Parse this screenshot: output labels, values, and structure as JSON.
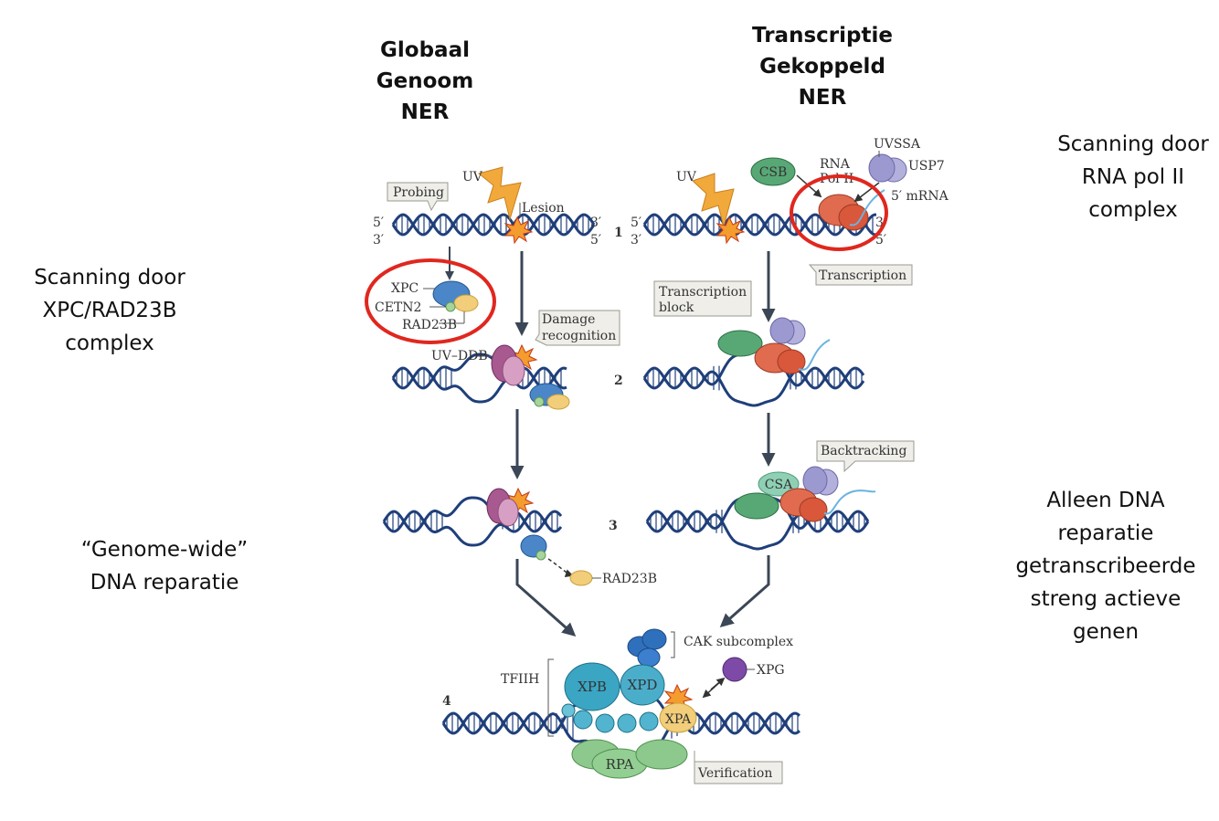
{
  "headings": {
    "ggner": [
      "Globaal",
      "Genoom",
      "NER"
    ],
    "tcner": [
      "Transcriptie",
      "Gekoppeld",
      "NER"
    ]
  },
  "side_notes": {
    "scan_rna": [
      "Scanning door",
      "RNA pol II",
      "complex"
    ],
    "scan_xpc": [
      "Scanning door",
      "XPC/RAD23B",
      "complex"
    ],
    "genome_wide": [
      "“Genome-wide”",
      "DNA reparatie"
    ],
    "alleen": [
      "Alleen DNA",
      "reparatie",
      "getranscribeerde",
      "streng actieve",
      "genen"
    ]
  },
  "diagram": {
    "strand_5": "5′",
    "strand_3": "3′",
    "uv": "UV",
    "lesion": "Lesion",
    "probing": "Probing",
    "xpc": "XPC",
    "cetn2": "CETN2",
    "rad23b": "RAD23B",
    "damage_recognition": [
      "Damage",
      "recognition"
    ],
    "uv_ddb": "UV–DDB",
    "csb": "CSB",
    "rna_pol": [
      "RNA",
      "Pol II"
    ],
    "uvssa": "UVSSA",
    "usp7": "USP7",
    "mrna": "5′ mRNA",
    "transcription": "Transcription",
    "transcription_block": [
      "Transcription",
      "block"
    ],
    "backtracking": "Backtracking",
    "csa": "CSA",
    "rad23b_release": "RAD23B",
    "cak": "CAK subcomplex",
    "tfiih": "TFIIH",
    "xpb": "XPB",
    "xpd": "XPD",
    "xpa": "XPA",
    "xpg": "XPG",
    "rpa": "RPA",
    "verification": "Verification",
    "steps": [
      "1",
      "2",
      "3",
      "4"
    ]
  },
  "colors": {
    "dna": "#1f3f7a",
    "highlight": "#e0271f",
    "arrow": "#3b4756"
  }
}
